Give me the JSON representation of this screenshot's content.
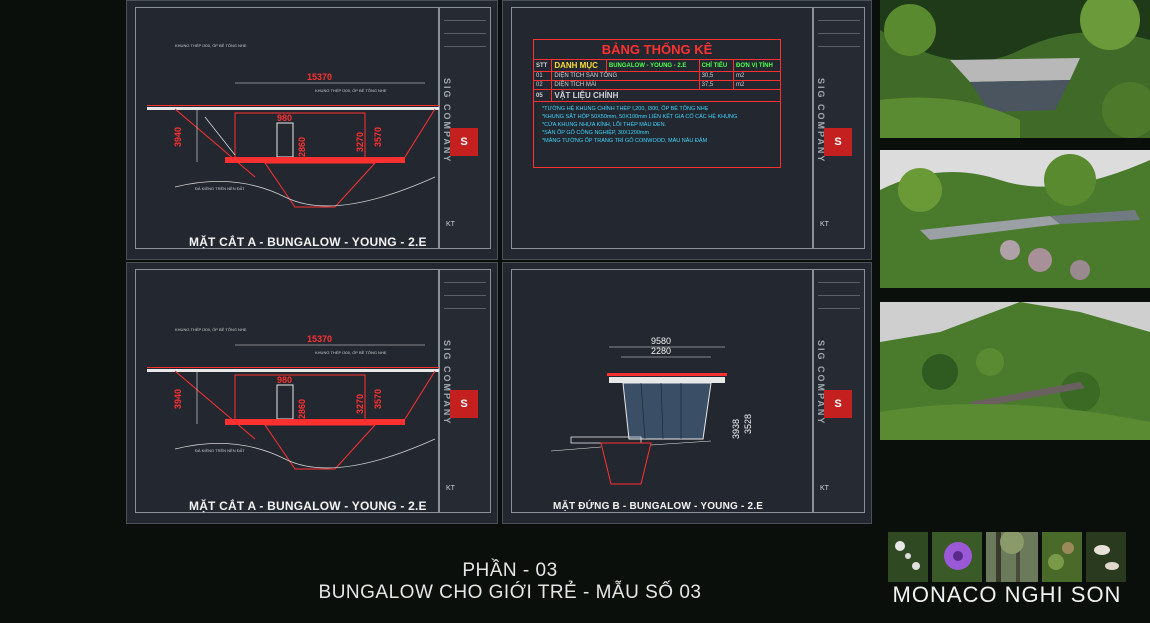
{
  "sheets": {
    "top_left": {
      "label": "MẶT CẮT A - BUNGALOW - YOUNG - 2.E",
      "dim_width": "15370",
      "dim_inner": "980",
      "dim_left": "3940",
      "dim_h1": "2860",
      "dim_h2": "3270",
      "dim_h3": "3570"
    },
    "bottom_left": {
      "label": "MẶT CẮT A - BUNGALOW - YOUNG - 2.E",
      "dim_width": "15370",
      "dim_inner": "980",
      "dim_left": "3940",
      "dim_h1": "2860",
      "dim_h2": "3270",
      "dim_h3": "3570"
    },
    "bottom_right": {
      "label": "MẶT ĐỨNG B - BUNGALOW - YOUNG - 2.E",
      "dim_width": "9580",
      "dim_inner": "2280",
      "dim_h1": "3938",
      "dim_h2": "3528"
    },
    "top_right": {
      "title": "BẢNG THỐNG KÊ",
      "header": {
        "stt": "STT",
        "item": "DANH MỤC",
        "name": "BUNGALOW - YOUNG - 2.E",
        "index": "CHỈ TIÊU",
        "unit": "ĐƠN VỊ TÍNH"
      },
      "rows": [
        {
          "stt": "01",
          "item": "DIỆN TÍCH SÀN TỔNG",
          "value": "30,5",
          "unit": "m2"
        },
        {
          "stt": "02",
          "item": "DIỆN TÍCH MÁI",
          "value": "37,5",
          "unit": "m2"
        }
      ],
      "materials_stt": "05",
      "materials_title": "VẬT LIỆU CHÍNH",
      "materials": [
        "*TƯỜNG HỆ KHUNG CHÍNH THÉP I,200, I300, ỐP BÊ TÔNG NHẸ",
        "*KHUNG SẮT HỘP 50X50mm, 50X100mm LIÊN KẾT GIA CỐ CÁC HỆ KHUNG",
        "*CỬA KHUNG NHỰA KÍNH, LÕI THÉP MÀU ĐEN.",
        "*SÀN ỐP GỖ CÔNG NGHIỆP, 30X1200mm",
        "*MẢNG TƯỜNG ỐP TRANG TRÍ GỖ CONWOOD, MÀU NÂU ĐẬM"
      ]
    }
  },
  "titleblock_text": "SIG COMPANY",
  "footer": {
    "part": "PHẦN -  03",
    "subtitle": "BUNGALOW CHO GIỚI TRẺ - MẪU SỐ 03"
  },
  "brand": "MONACO NGHI SON",
  "colors": {
    "background": "#0b0f0b",
    "sheet": "#232830",
    "red": "#ff3030",
    "cyan": "#3cd6ff",
    "green": "#4cff4c",
    "yellow": "#ffdd33"
  },
  "icons": [
    "flower-thumbnail",
    "purple-flower-thumbnail",
    "forest-thumbnail",
    "moss-thumbnail",
    "mushroom-thumbnail"
  ]
}
